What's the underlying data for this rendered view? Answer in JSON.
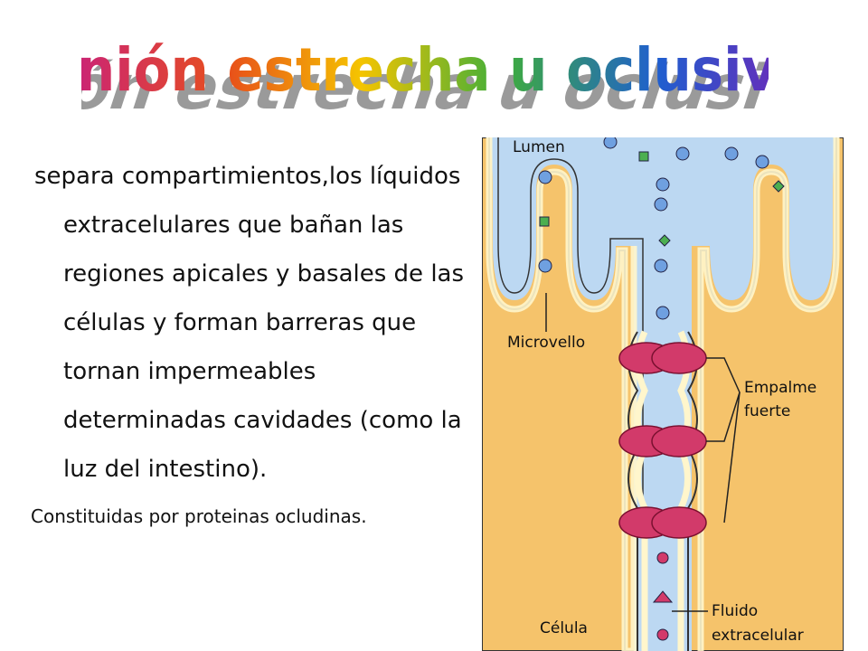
{
  "title": "Unión estrecha u oclusiva",
  "body": {
    "paragraph1": "separa compartimientos,los líquidos extracelulares que bañan las regiones apicales y basales de las células y forman barreras que tornan impermeables determinadas cavidades (como la luz del intestino).",
    "paragraph2": "Constituidas por proteinas ocludinas."
  },
  "diagram": {
    "labels": {
      "lumen": "Lumen",
      "microvello": "Microvello",
      "empalme_line1": "Empalme",
      "empalme_line2": "fuerte",
      "celula": "Célula",
      "fluido_line1": "Fluido",
      "fluido_line2": "extracelular"
    },
    "colors": {
      "cell": "#f5c36b",
      "lumen": "#bcd8f2",
      "membrane": "#fff6cc",
      "junction": "#d23a6a",
      "particle_blue": "#6fa0e0",
      "particle_green": "#4caf50"
    }
  }
}
